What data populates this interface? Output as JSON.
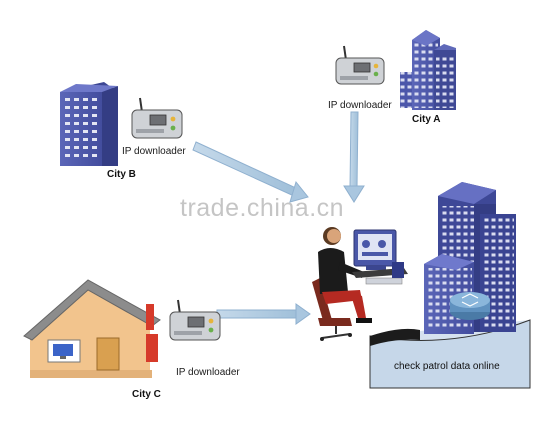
{
  "labels": {
    "downloader_a": "IP downloader",
    "downloader_b": "IP downloader",
    "downloader_c": "IP downloader",
    "city_a": "City A",
    "city_b": "City B",
    "city_c": "City C",
    "server_panel": "check patrol data online",
    "watermark": "trade.china.cn"
  },
  "colors": {
    "building": "#4a55a8",
    "building_dark": "#353c82",
    "window": "#e6e6f2",
    "arrow": "#a9c6df",
    "panel": "#c6d7e9",
    "house_wall": "#f2c48d",
    "house_roof": "#8a8a8a",
    "chimney": "#d63a2a"
  },
  "icons": {
    "device": "ip-downloader-device-icon",
    "city_building": "office-building-icon",
    "house": "house-icon",
    "operator": "operator-at-computer-icon",
    "server": "server-building-icon"
  }
}
